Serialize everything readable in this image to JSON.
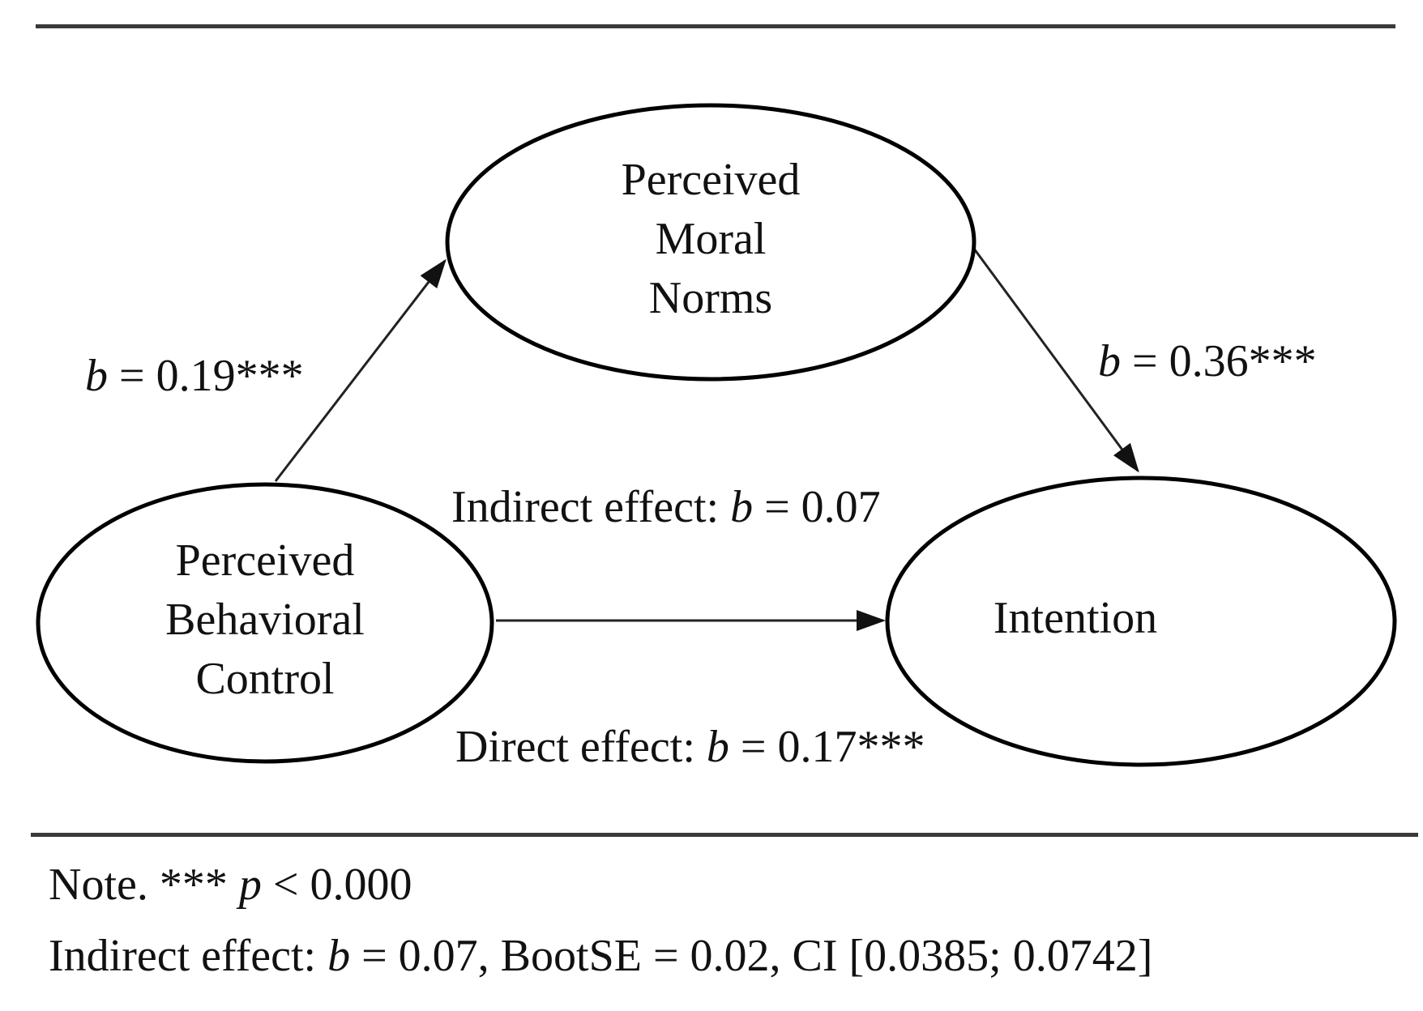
{
  "figure": {
    "type": "mediation-path-diagram",
    "colors": {
      "ink": "#111111",
      "stroke": "#000000",
      "rule": "#3a3a3a",
      "background": "#ffffff"
    },
    "nodes": [
      {
        "id": "perceived-moral-norms",
        "shape": "ellipse",
        "label_lines": [
          "Perceived",
          "Moral",
          "Norms"
        ]
      },
      {
        "id": "perceived-behavioral-control",
        "shape": "ellipse",
        "label_lines": [
          "Perceived",
          "Behavioral",
          "Control"
        ]
      },
      {
        "id": "intention",
        "shape": "ellipse",
        "label_lines": [
          "Intention"
        ]
      }
    ],
    "paths": [
      {
        "from": "perceived-behavioral-control",
        "to": "perceived-moral-norms",
        "label": {
          "italic": "b",
          "suffix": " = 0.19***"
        }
      },
      {
        "from": "perceived-moral-norms",
        "to": "intention",
        "label": {
          "italic": "b",
          "suffix": " = 0.36***"
        }
      },
      {
        "from": "perceived-behavioral-control",
        "to": "intention",
        "label_above": {
          "prefix": "Indirect effect: ",
          "italic": "b",
          "suffix": " = 0.07"
        },
        "label_below": {
          "prefix": "Direct effect: ",
          "italic": "b",
          "suffix": " = 0.17***"
        }
      }
    ],
    "notes": [
      {
        "prefix": "Note. *** ",
        "italic": "p",
        "suffix": " < 0.000"
      },
      {
        "prefix": "Indirect effect: ",
        "italic": "b",
        "suffix": " = 0.07, BootSE = 0.02, CI [0.0385; 0.0742]"
      }
    ]
  }
}
